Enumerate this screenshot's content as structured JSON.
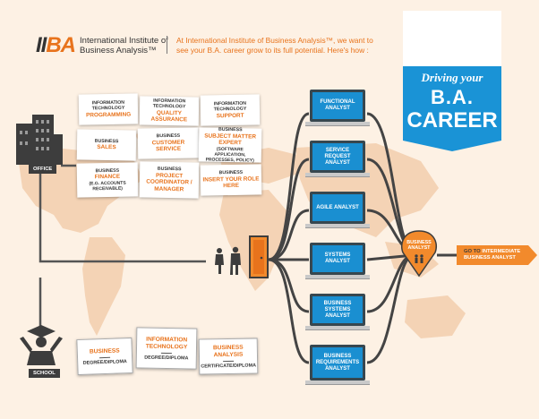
{
  "header": {
    "logo_mark_prefix": "II",
    "logo_mark_suffix": "BA",
    "logo_name": "International Institute of Business Analysis",
    "logo_tm": "™",
    "intro": "At International Institute of Business Analysis™, we want to see your B.A. career grow to its full potential. Here's how :"
  },
  "badge": {
    "line1": "Driving your",
    "line2": "B.A.",
    "line3": "CAREER"
  },
  "starts": {
    "office": "OFFICE",
    "school": "SCHOOL"
  },
  "cards": [
    {
      "top": "INFORMATION TECHNOLOGY",
      "main": "PROGRAMMING",
      "sub": ""
    },
    {
      "top": "INFORMATION TECHNOLOGY",
      "main": "QUALITY ASSURANCE",
      "sub": ""
    },
    {
      "top": "INFORMATION TECHNOLOGY",
      "main": "SUPPORT",
      "sub": ""
    },
    {
      "top": "BUSINESS",
      "main": "SALES",
      "sub": ""
    },
    {
      "top": "BUSINESS",
      "main": "CUSTOMER SERVICE",
      "sub": ""
    },
    {
      "top": "BUSINESS",
      "main": "SUBJECT MATTER EXPERT",
      "sub": "(SOFTWARE APPLICATION, PROCESSES, POLICY)"
    },
    {
      "top": "BUSINESS",
      "main": "FINANCE",
      "sub": "(E.G. ACCOUNTS RECEIVABLE)"
    },
    {
      "top": "BUSINESS",
      "main": "PROJECT COORDINATOR / MANAGER",
      "sub": ""
    },
    {
      "top": "BUSINESS",
      "main": "INSERT YOUR ROLE HERE",
      "sub": ""
    }
  ],
  "education": [
    {
      "main": "BUSINESS",
      "sub": "DEGREE/DIPLOMA"
    },
    {
      "main": "INFORMATION TECHNOLOGY",
      "sub": "DEGREE/DIPLOMA"
    },
    {
      "main": "BUSINESS ANALYSIS",
      "sub": "CERTIFICATE/DIPLOMA"
    }
  ],
  "analysts": [
    "FUNCTIONAL ANALYST",
    "SERVICE REQUEST ANALYST",
    "AGILE ANALYST",
    "SYSTEMS ANALYST",
    "BUSINESS SYSTEMS ANALYST",
    "BUSINESS REQUIREMENTS ANALYST"
  ],
  "target": {
    "role": "BUSINESS ANALYST"
  },
  "next_step": {
    "prefix": "GO TO",
    "label": "INTERMEDIATE BUSINESS ANALYST"
  },
  "colors": {
    "orange": "#e8731c",
    "blue": "#1a93d6",
    "dark": "#37474f",
    "map": "#f4d3b5",
    "background": "#fdf1e4"
  }
}
